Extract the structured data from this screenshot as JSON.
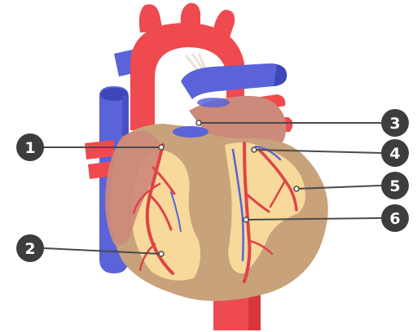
{
  "diagram": {
    "colors": {
      "artery_red": "#ef4a4f",
      "artery_dark": "#d7373c",
      "vein_blue": "#5a63d8",
      "vein_dark": "#3e47b8",
      "muscle_tan": "#c8a27a",
      "fat_yellow": "#f6d99b",
      "atrium_pink": "#cc8a7a",
      "marker_fill": "#3d3d3d",
      "leader_line": "#4a4a4a"
    },
    "markers": [
      {
        "label": "1",
        "side": "left"
      },
      {
        "label": "2",
        "side": "left"
      },
      {
        "label": "3",
        "side": "right"
      },
      {
        "label": "4",
        "side": "right"
      },
      {
        "label": "5",
        "side": "right"
      },
      {
        "label": "6",
        "side": "right"
      }
    ]
  }
}
